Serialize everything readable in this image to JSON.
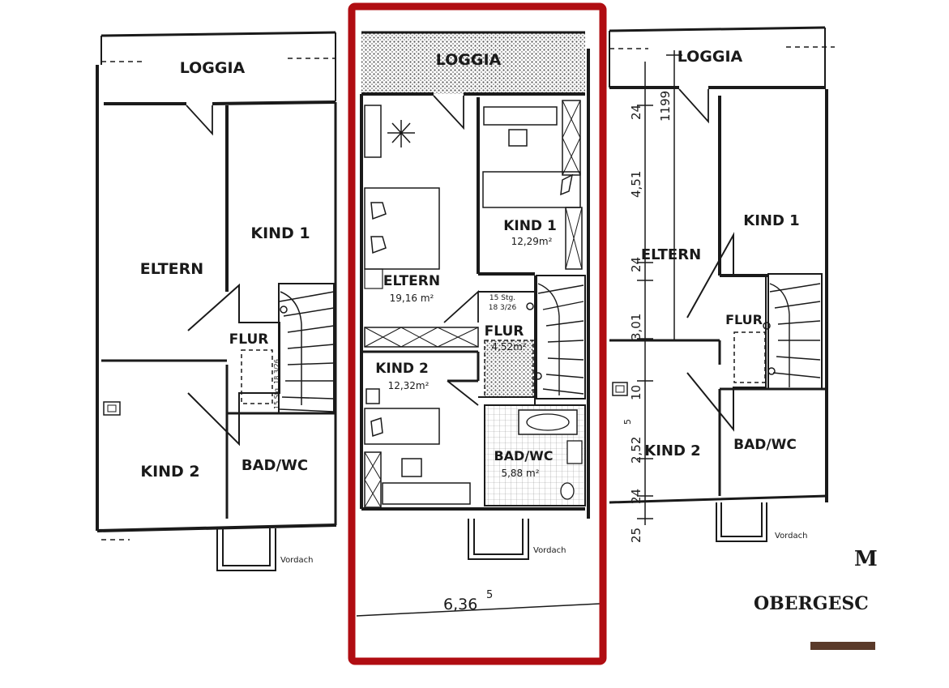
{
  "left_unit": {
    "loggia": "LOGGIA",
    "eltern": "ELTERN",
    "kind1": "KIND 1",
    "kind2": "KIND 2",
    "flur": "FLUR",
    "bad_wc": "BAD/WC",
    "vordach": "Vordach",
    "stair_note": "15 Stg. 18 3/26"
  },
  "middle_unit": {
    "loggia": "LOGGIA",
    "eltern": "ELTERN",
    "eltern_area": "19,16 m²",
    "kind1": "KIND 1",
    "kind1_area": "12,29m²",
    "kind2": "KIND 2",
    "kind2_area": "12,32m²",
    "flur": "FLUR",
    "flur_area": "4,52m²",
    "stair_note_1": "15 Stg.",
    "stair_note_2": "18 3/26",
    "bad_wc": "BAD/WC",
    "bad_area": "5,88 m²",
    "vordach": "Vordach",
    "width": "6,36",
    "width_sup": "5"
  },
  "right_unit": {
    "loggia": "LOGGIA",
    "eltern": "ELTERN",
    "kind1": "KIND 1",
    "kind2": "KIND 2",
    "flur": "FLUR",
    "bad_wc": "BAD/WC",
    "vordach": "Vordach"
  },
  "dimensions": [
    "24",
    "1199",
    "4,51",
    "24",
    "3,01",
    "10",
    "2,52",
    "5",
    "24",
    "25"
  ],
  "title_fragment_1": "M",
  "title_fragment_2": "OBERGESC",
  "colors": {
    "highlight": "#b00d12",
    "ink": "#1a1a1a"
  }
}
